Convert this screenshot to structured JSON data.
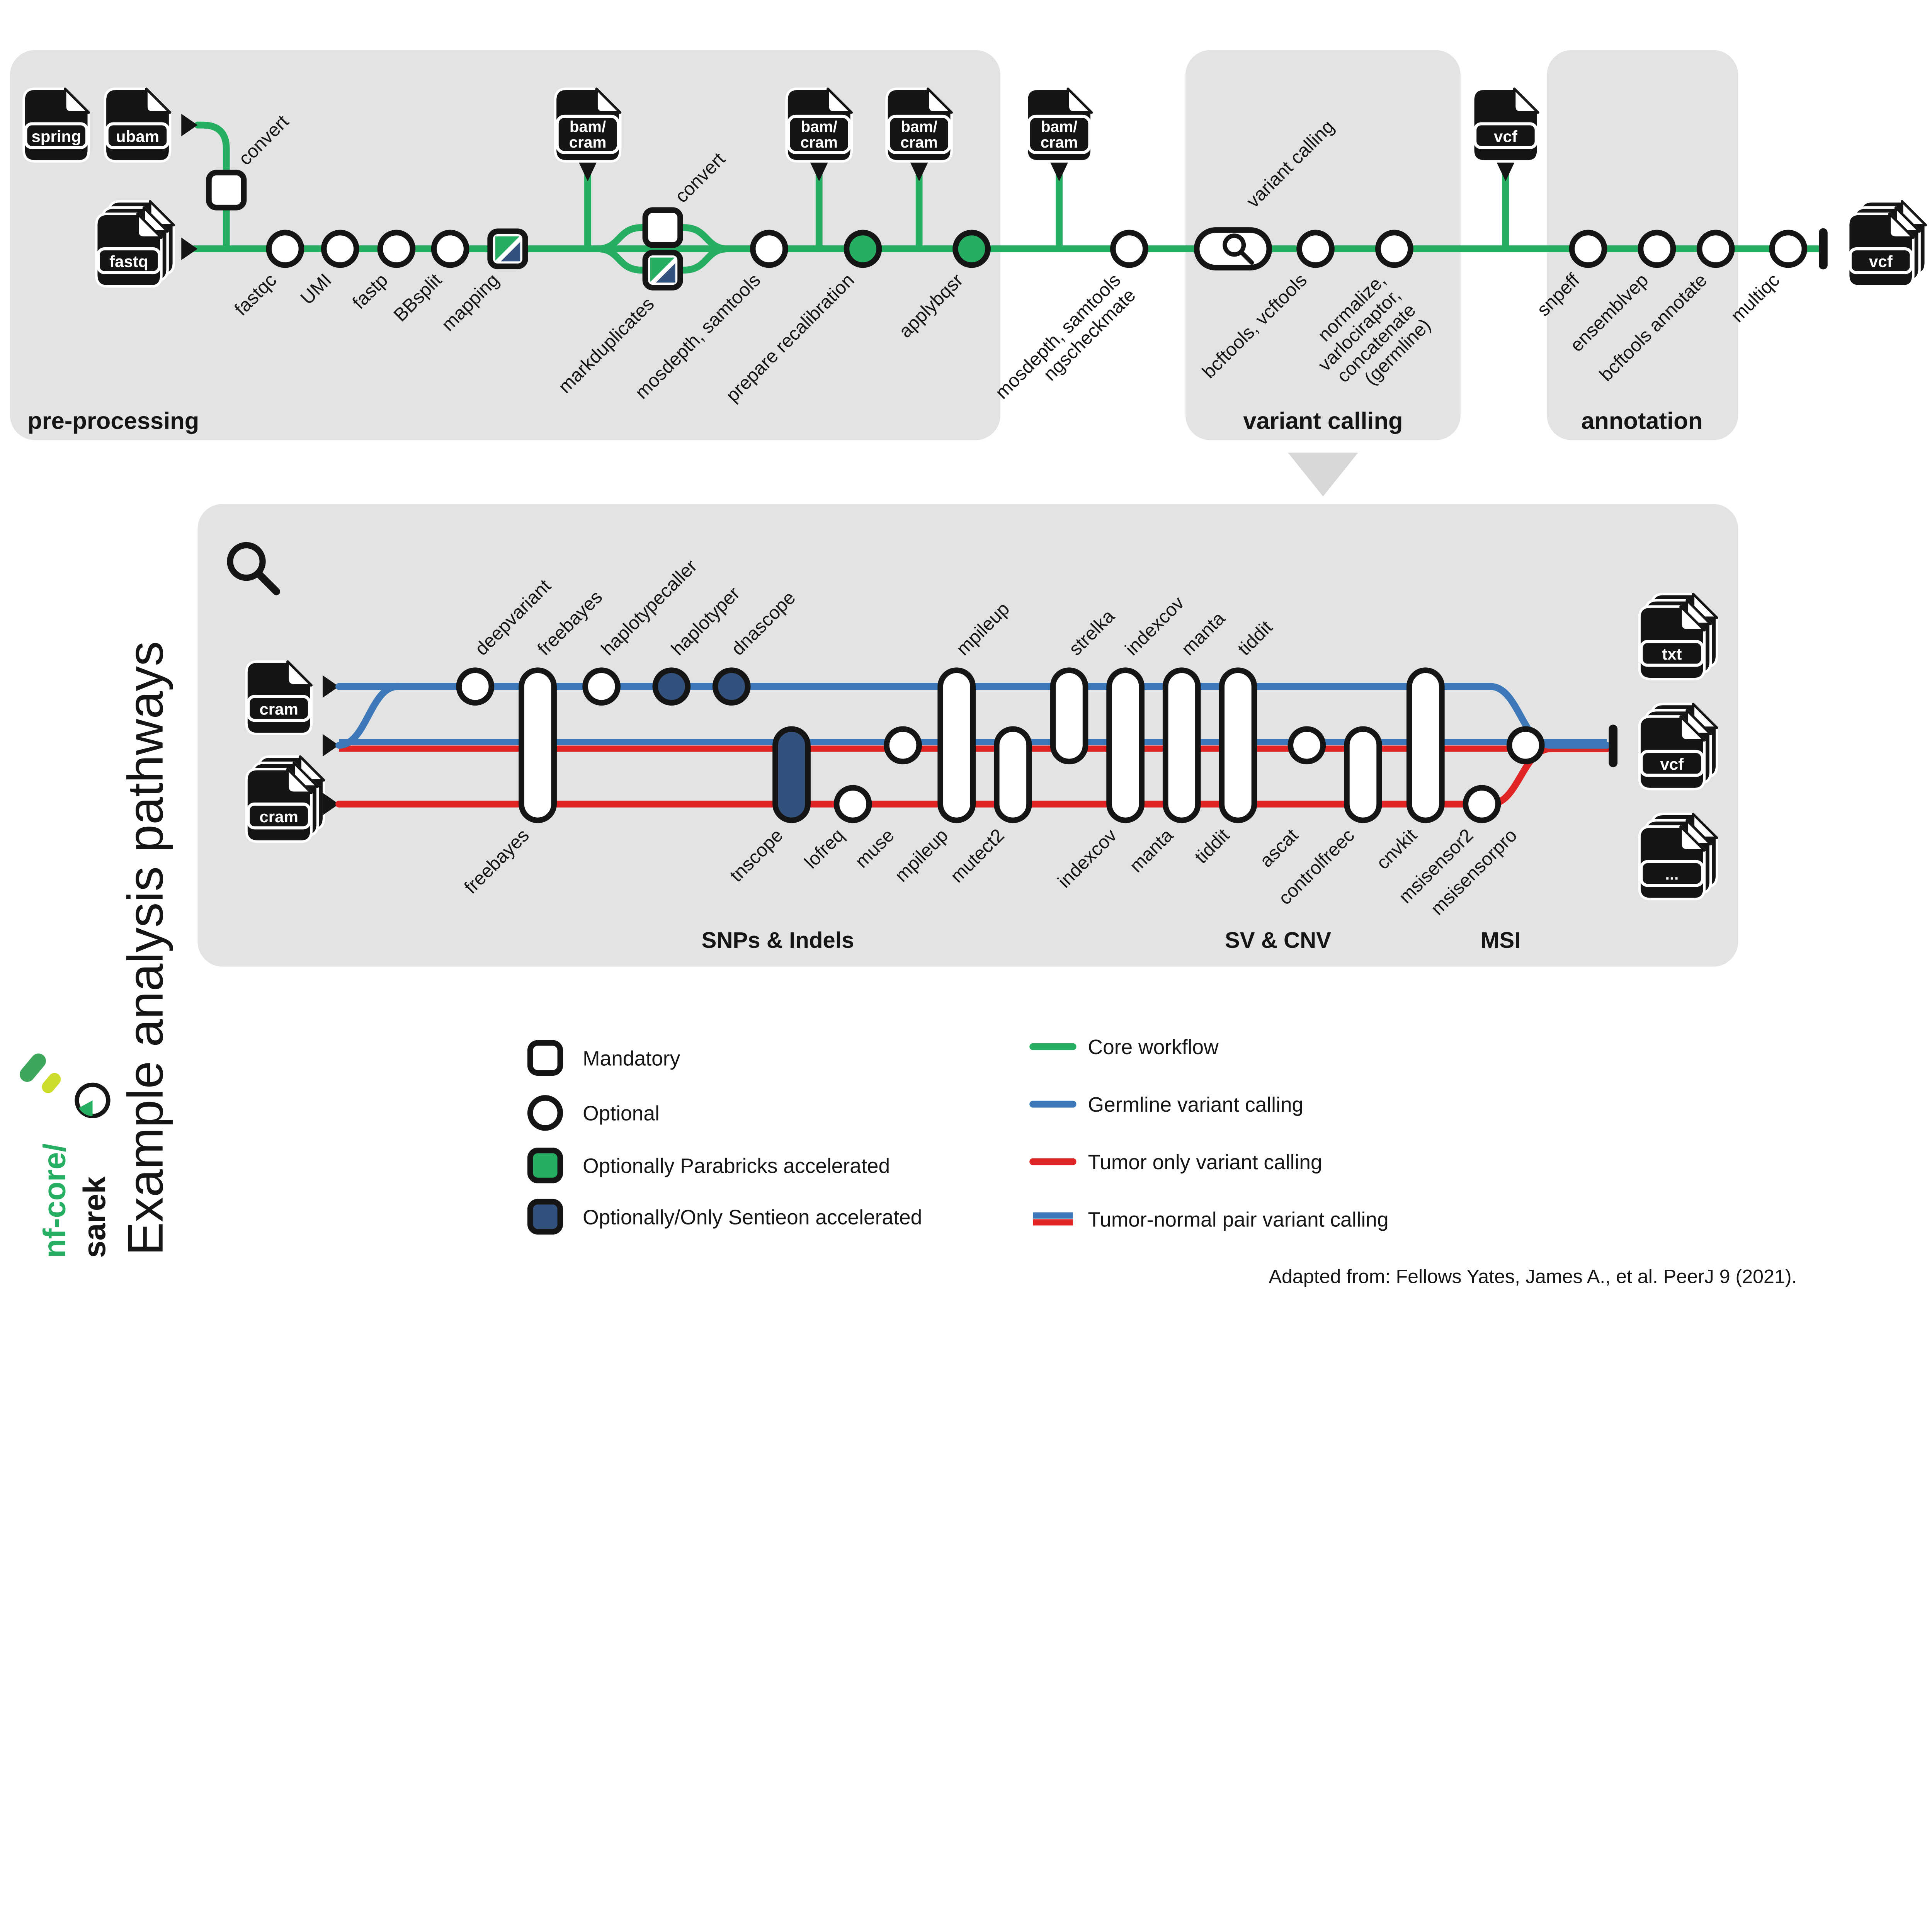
{
  "page_title": "Example analysis pathways",
  "colors": {
    "core_green": "#26AE62",
    "germline_blue": "#3D79B8",
    "tumor_red": "#E12425",
    "sentieon_navy": "#33517D",
    "panel_gray": "#E3E3E3"
  },
  "sections": {
    "preprocessing": "pre-processing",
    "variant_calling": "variant calling",
    "annotation": "annotation"
  },
  "files": {
    "spring": "spring",
    "ubam": "ubam",
    "fastq": "fastq",
    "bam_l1": "bam/",
    "bam_l2": "cram",
    "vcf": "vcf",
    "cram": "cram",
    "txt": "txt",
    "more": "..."
  },
  "pre": {
    "convert_a": "convert",
    "fastqc": "fastqc",
    "umi": "UMI",
    "fastp": "fastp",
    "bbsplit": "BBsplit",
    "mapping": "mapping",
    "convert_b": "convert",
    "markduplicates": "markduplicates",
    "mosdepth_samtools": "mosdepth, samtools",
    "prepare_recalibration": "prepare recalibration",
    "applybqsr": "applybqsr",
    "qc_l1": "mosdepth, samtools",
    "qc_l2": "ngscheckmate",
    "variant_calling": "variant calling",
    "bcftools_vcftools": "bcftools, vcftools",
    "norm_l1": "normalize,",
    "norm_l2": "varlociraptor,",
    "norm_l3": "concatenate",
    "norm_l4": "(germline)",
    "snpeff": "snpeff",
    "ensemblvep": "ensemblvep",
    "bcftools_annotate": "bcftools annotate",
    "multiqc": "multiqc"
  },
  "pathways": {
    "top": [
      "deepvariant",
      "freebayes",
      "haplotypecaller",
      "haplotyper",
      "dnascope",
      "mpileup",
      "strelka",
      "indexcov",
      "manta",
      "tiddit"
    ],
    "bottom": [
      "freebayes",
      "tnscope",
      "lofreq",
      "muse",
      "mpileup",
      "mutect2",
      "indexcov",
      "manta",
      "tiddit",
      "ascat",
      "controlfreec",
      "cnvkit",
      "msisensor2",
      "msisensorpro"
    ],
    "groups": {
      "snps_indels": "SNPs & Indels",
      "sv_cnv": "SV & CNV",
      "msi": "MSI"
    }
  },
  "legend": {
    "mandatory": "Mandatory",
    "optional": "Optional",
    "parabricks": "Optionally Parabricks accelerated",
    "sentieon": "Optionally/Only Sentieon accelerated",
    "core": "Core workflow",
    "germline": "Germline variant calling",
    "tumor_only": "Tumor only variant calling",
    "tumor_normal": "Tumor-normal pair variant calling"
  },
  "logo": {
    "prefix": "nf-core/",
    "name": "sarek"
  },
  "citation": "Adapted from: Fellows Yates, James A., et al.  PeerJ 9 (2021)."
}
